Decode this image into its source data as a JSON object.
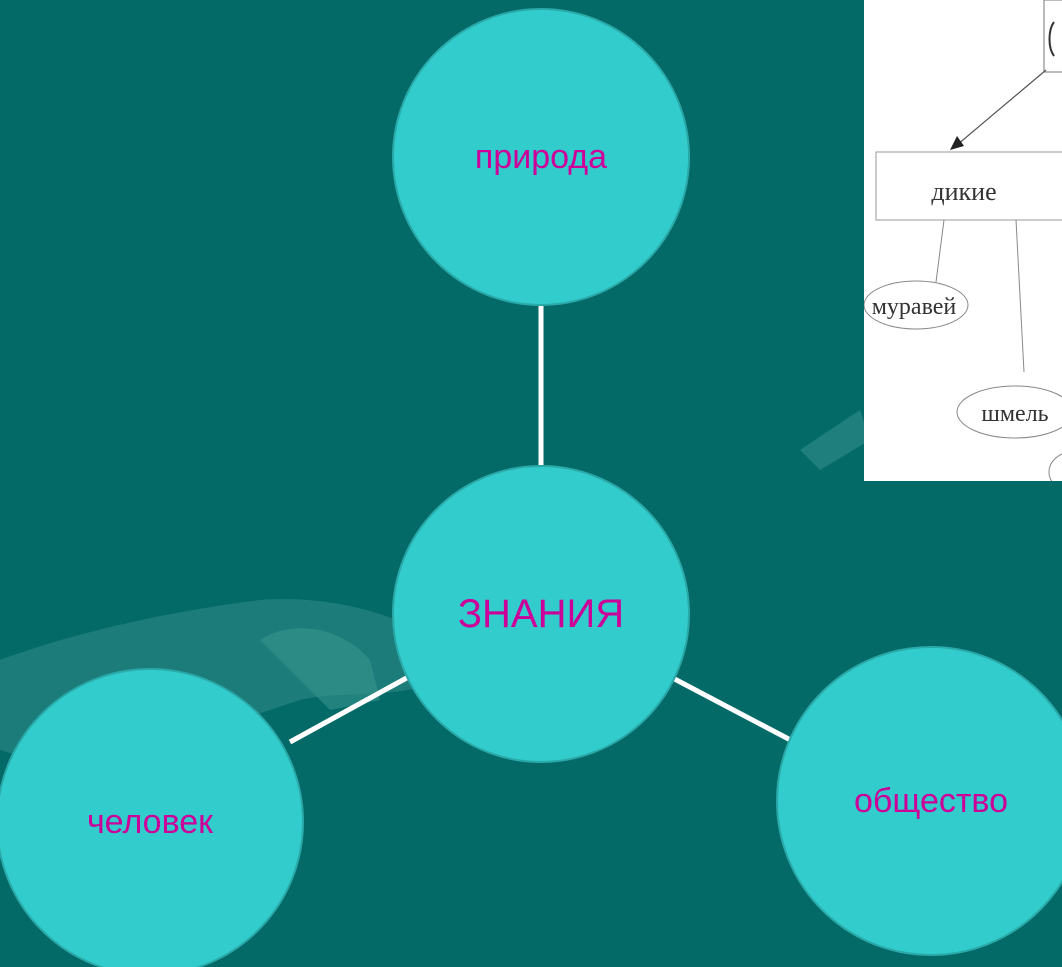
{
  "diagram": {
    "center": {
      "label": "ЗНАНИЯ"
    },
    "nodes": [
      {
        "id": "nature",
        "label": "природа"
      },
      {
        "id": "human",
        "label": "человек"
      },
      {
        "id": "society",
        "label": "общество"
      }
    ]
  },
  "inset": {
    "box_label": "дикие",
    "leaves": [
      "муравей",
      "шмель"
    ]
  },
  "colors": {
    "background": "#046a68",
    "node_fill": "#33cccc",
    "node_text": "#cc0099",
    "connector": "#ffffff"
  }
}
